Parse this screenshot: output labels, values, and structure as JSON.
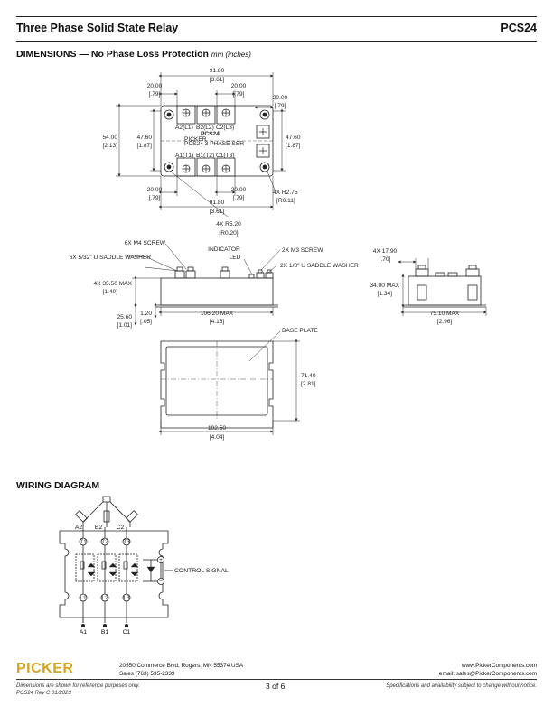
{
  "header": {
    "title": "Three Phase Solid State Relay",
    "part": "PCS24"
  },
  "dimensions": {
    "heading": "DIMENSIONS",
    "dash": "—",
    "heading_sub": "No Phase Loss Protection",
    "units": "mm (inches)",
    "top": {
      "overall_w": "91.80",
      "overall_w_in": "[3.61]",
      "w20": "20.00",
      "w20_in": "[.79]",
      "h54": "54.00",
      "h54_in": "[2.13]",
      "h47": "47.60",
      "h47_in": "[1.87]",
      "r275": "4X R2.75",
      "r275_in": "[R0.11]",
      "r520": "4X R5.20",
      "r520_in": "[R0.20]",
      "term_a2": "A2(L1)",
      "term_b2": "B2(L2)",
      "term_c2": "C2(L3)",
      "term_a1": "A1(T1)",
      "term_b1": "B1(T2)",
      "term_c1": "C1(T3)",
      "plus": "+",
      "minus": "−",
      "brand_line1": "PICKER",
      "brand_line2": "PCS24 3 PHASE SSR",
      "brand_line3": "PCS24"
    },
    "side": {
      "m4": "6X M4 SCREW",
      "saddle532": "6X 5/32\" U SADDLE WASHER",
      "indicator": "INDICATOR",
      "led": "LED",
      "m3": "2X M3 SCREW",
      "saddle18": "2X 1/8\" U SADDLE WASHER",
      "h3550": "4X 35.50 MAX",
      "h3550_in": "[1.40]",
      "h2560": "25.60",
      "h2560_in": "[1.01]",
      "t120": "1.20",
      "t120_in": "[.05]",
      "l10620": "106.20 MAX",
      "l10620_in": "[4.18]"
    },
    "end": {
      "w1790": "4X 17.90",
      "w1790_in": "[.70]",
      "h3400": "34.00 MAX",
      "h3400_in": "[1.34]",
      "w7510": "75.10 MAX",
      "w7510_in": "[2.96]"
    },
    "base": {
      "label": "BASE PLATE",
      "h7140": "71.40",
      "h7140_in": "[2.81]",
      "w10250": "102.50",
      "w10250_in": "[4.04]"
    }
  },
  "wiring": {
    "heading": "WIRING DIAGRAM",
    "a2": "A2",
    "b2": "B2",
    "c2": "C2",
    "a1": "A1",
    "b1": "B1",
    "c1": "C1",
    "t1": "T1",
    "t2": "T2",
    "t3": "T3",
    "l1": "L1",
    "l2": "L2",
    "l3": "L3",
    "control": "CONTROL SIGNAL",
    "plus": "+",
    "minus": "−"
  },
  "footer": {
    "logo": "PICKER",
    "address": "20550 Commerce Blvd, Rogers, MN 55374 USA",
    "sales": "Sales (763) 535-2339",
    "page": "3 of 6",
    "web": "www.PickerComponents.com",
    "email": "email: sales@PickerComponents.com",
    "note1": "Dimensions are shown for reference purposes only.",
    "note2": "PCS24 Rev C 01/2023",
    "note3": "Specifications and availability subject to change without notice."
  },
  "colors": {
    "logo": "#d9a21b",
    "line": "#222222"
  }
}
